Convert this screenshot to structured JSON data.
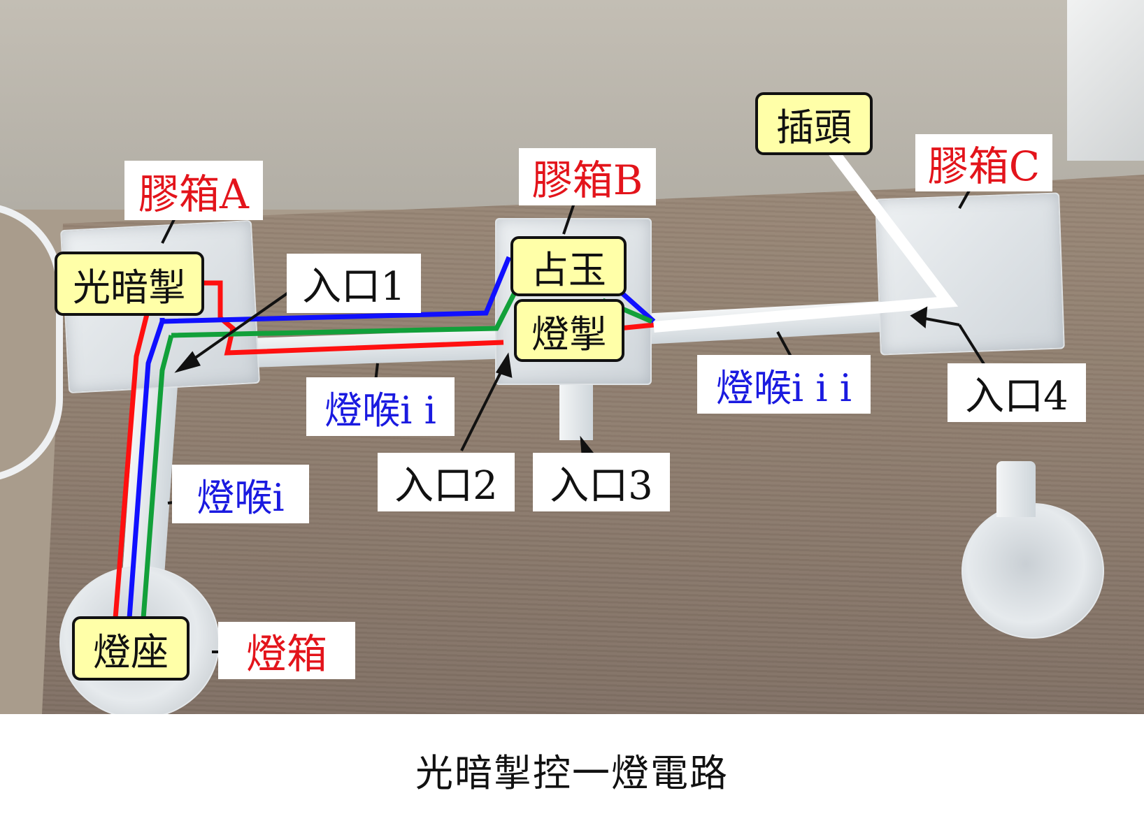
{
  "figure": {
    "caption": "光暗掣控一燈電路"
  },
  "boxes": {
    "box_a": "膠箱A",
    "box_b": "膠箱B",
    "box_c": "膠箱C",
    "lamp_box": "燈箱"
  },
  "devices": {
    "photo_switch": "光暗掣",
    "terminal_block": "占玉",
    "lamp_switch": "燈掣",
    "plug": "插頭",
    "lamp_holder": "燈座"
  },
  "conduits": {
    "conduit_i": "燈喉i",
    "conduit_ii": "燈喉i i",
    "conduit_iii": "燈喉i i i"
  },
  "entries": {
    "entry_1": "入口1",
    "entry_2": "入口2",
    "entry_3": "入口3",
    "entry_4": "入口4"
  },
  "colors": {
    "wire_live": "#ff1010",
    "wire_neutral": "#1010ff",
    "wire_earth": "#12a03a",
    "wire_supply": "#ffffff",
    "box_label_text": "#e3141b",
    "conduit_label_text": "#1a1ae0",
    "device_tag_fill": "#ffffa8"
  }
}
